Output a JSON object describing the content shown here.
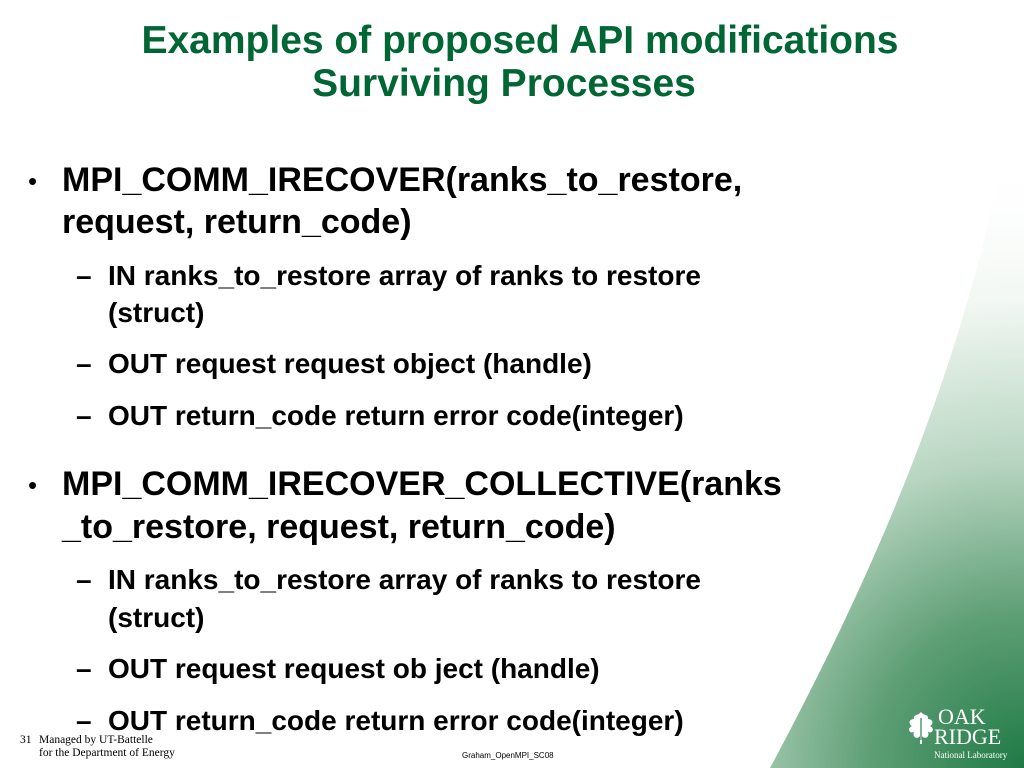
{
  "title": {
    "line1": "Examples of proposed API modifications",
    "line2": "Surviving Processes"
  },
  "bullets": [
    {
      "lines": [
        "MPI_COMM_IRECOVER(ranks_to_restore,",
        "request, return_code)"
      ],
      "sub": [
        [
          "IN ranks_to_restore array of ranks to restore",
          "(struct)"
        ],
        [
          "OUT request request object (handle)"
        ],
        [
          "OUT return_code return error code(integer)"
        ]
      ]
    },
    {
      "lines": [
        "MPI_COMM_IRECOVER_COLLECTIVE(ranks",
        "_to_restore, request, return_code)"
      ],
      "sub": [
        [
          "IN ranks_to_restore array of ranks to restore",
          "(struct)"
        ],
        [
          "OUT request request ob ject (handle)"
        ],
        [
          "OUT return_code return error code(integer)"
        ]
      ]
    }
  ],
  "bullet_symbol": "•",
  "dash_symbol": "–",
  "footer": {
    "slide_number": "31",
    "managed_line1": "Managed by UT-Battelle",
    "managed_line2": "for the Department of Energy",
    "file_name": "Graham_OpenMPI_SC08"
  },
  "logo": {
    "name": "ornl-logo",
    "line1": "OAK",
    "line2": "RIDGE",
    "line3": "National Laboratory"
  },
  "colors": {
    "title": "#006633",
    "corner_gradient": "#2e7d4f",
    "body_text": "#000000"
  }
}
